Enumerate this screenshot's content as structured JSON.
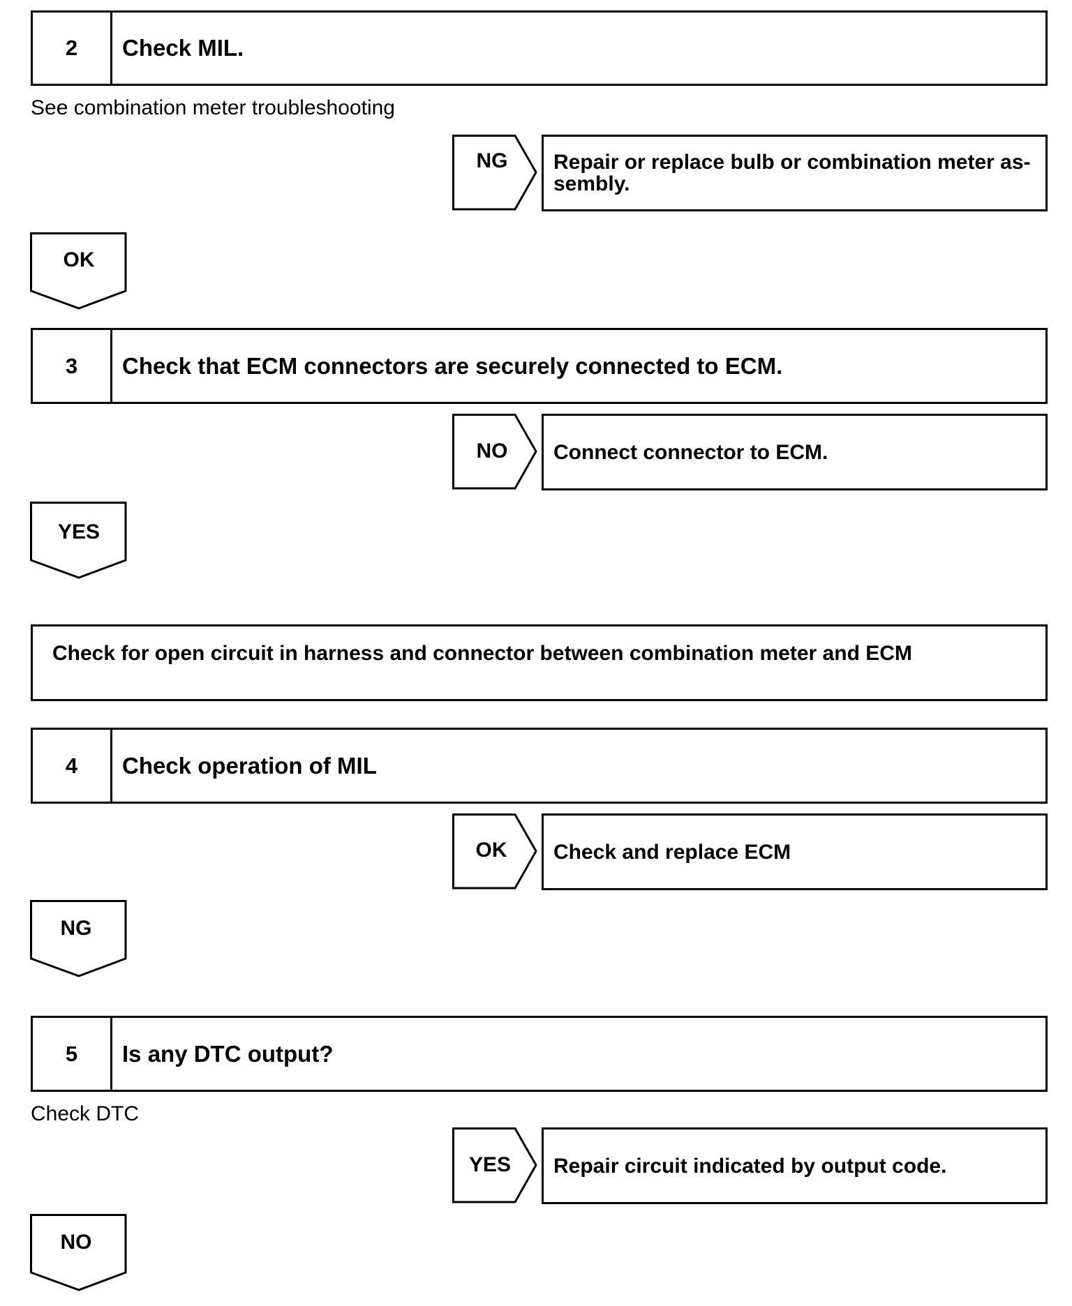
{
  "steps": {
    "s2": {
      "number": "2",
      "title": "Check MIL.",
      "note": "See combination meter troubleshooting"
    },
    "s3": {
      "number": "3",
      "title": "Check that ECM connectors are securely connected to ECM."
    },
    "s4": {
      "number": "4",
      "title": "Check operation of MIL"
    },
    "s5": {
      "number": "5",
      "title": "Is any DTC output?",
      "note": "Check DTC"
    }
  },
  "branches": {
    "b2": {
      "label": "NG",
      "result": "Repair or replace bulb or combination meter as-sembly."
    },
    "b3": {
      "label": "NO",
      "result": "Connect connector to ECM."
    },
    "b4": {
      "label": "OK",
      "result": "Check and replace ECM"
    },
    "b5": {
      "label": "YES",
      "result": "Repair circuit indicated by output code."
    }
  },
  "downs": {
    "d2": "OK",
    "d3": "YES",
    "d4": "NG",
    "d5": "NO"
  },
  "check_box": "Check for open circuit in harness and connector between combination meter and ECM"
}
